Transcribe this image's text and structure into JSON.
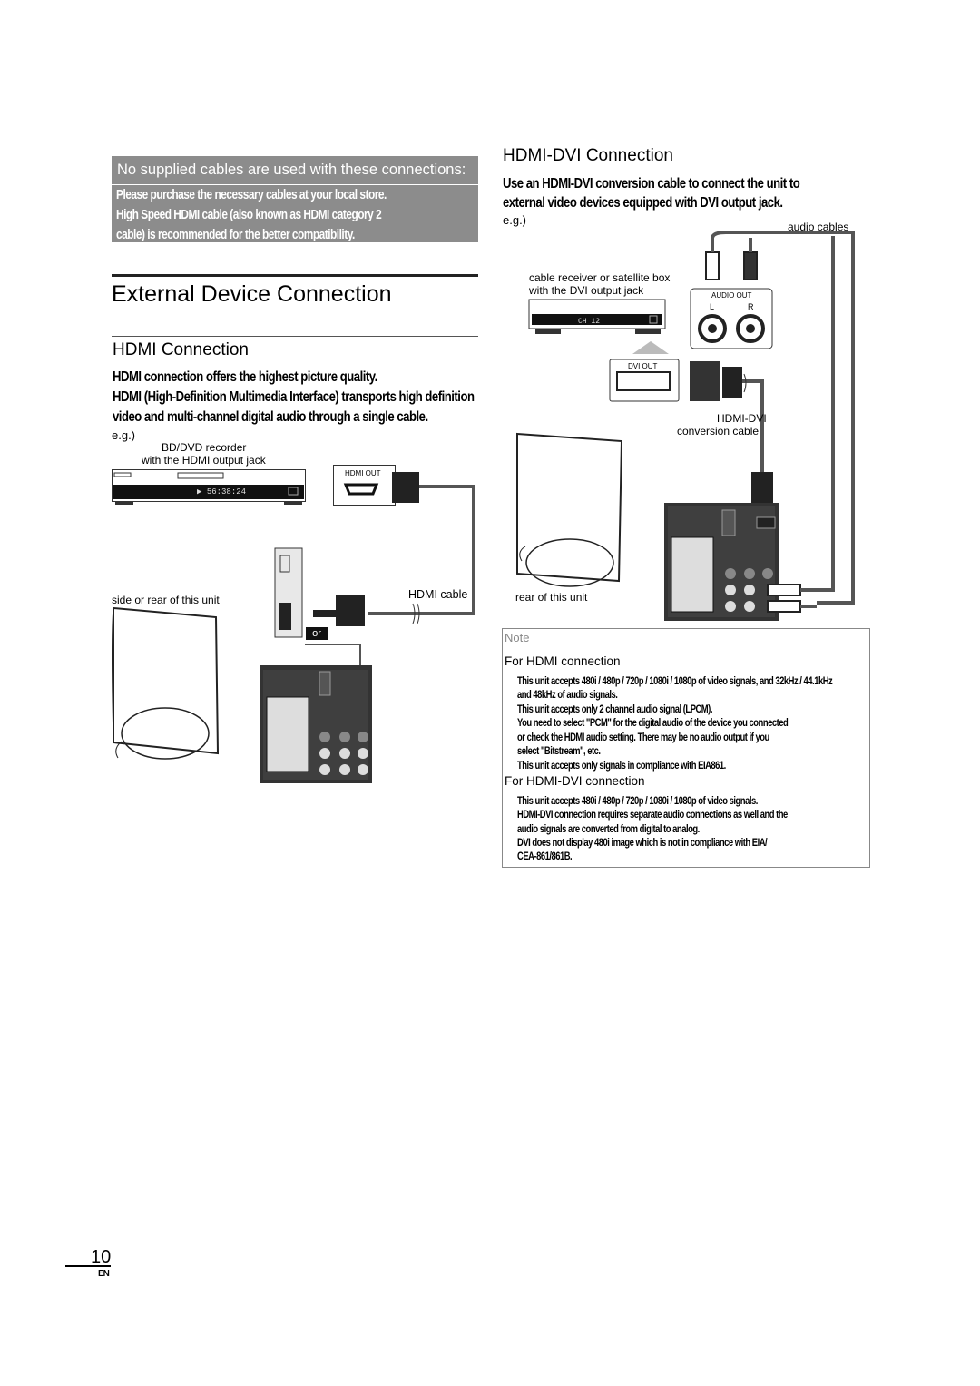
{
  "banner": {
    "title": "No supplied cables are used with these connections:",
    "lines": [
      "Please purchase the necessary cables at your local store.",
      "High Speed HDMI cable (also known as HDMI category 2",
      "cable) is recommended for the better compatibility."
    ]
  },
  "section_title": "External Device Connection",
  "hdmi": {
    "heading": "HDMI Connection",
    "intro_lines": [
      "HDMI connection offers the highest picture quality.",
      "HDMI (High-Definition Multimedia Interface) transports high definition",
      "video and multi-channel digital audio through a single cable."
    ],
    "eg": "e.g.)",
    "device_label_1": "BD/DVD recorder",
    "device_label_2": "with the HDMI output jack",
    "display_text": "▶ 56:38:24",
    "hdmi_out_label": "HDMI OUT",
    "cable_label": "HDMI cable",
    "unit_label": "side or rear of this unit",
    "or_label": "or"
  },
  "hdmi_dvi": {
    "heading": "HDMI-DVI Connection",
    "intro_lines": [
      "Use an HDMI-DVI conversion cable to connect the unit to",
      "external video devices equipped with DVI output jack."
    ],
    "eg": "e.g.)",
    "audio_cables_label": "audio cables",
    "device_label_1": "cable receiver or satellite box",
    "device_label_2": "with the DVI output jack",
    "display_text": "CH 12",
    "audio_out_label": "AUDIO OUT",
    "audio_l": "L",
    "audio_r": "R",
    "dvi_out_label": "DVI OUT",
    "conversion_label_1": "HDMI-DVI",
    "conversion_label_2": "conversion cable",
    "unit_label": "rear of this unit"
  },
  "note": {
    "title": "Note",
    "hdmi_heading": "For HDMI connection",
    "hdmi_items": [
      "This unit accepts 480i / 480p / 720p / 1080i / 1080p of video signals, and 32kHz / 44.1kHz",
      "and 48kHz of audio signals.",
      "This unit accepts only 2 channel audio signal (LPCM).",
      "You need to select \"PCM\" for the digital audio of the device you connected",
      "or check the HDMI audio setting. There may be no audio output if you",
      "select \"Bitstream\", etc.",
      "This unit accepts only signals in compliance with EIA861."
    ],
    "dvi_heading": "For HDMI-DVI connection",
    "dvi_items": [
      "This unit accepts 480i / 480p / 720p / 1080i / 1080p of video signals.",
      "HDMI-DVI connection requires separate audio connections as well and the",
      "audio signals are converted from digital to analog.",
      "DVI does not display 480i image which is not in compliance with EIA/",
      "CEA-861/861B."
    ]
  },
  "footer": {
    "page_number": "10",
    "language": "EN"
  }
}
